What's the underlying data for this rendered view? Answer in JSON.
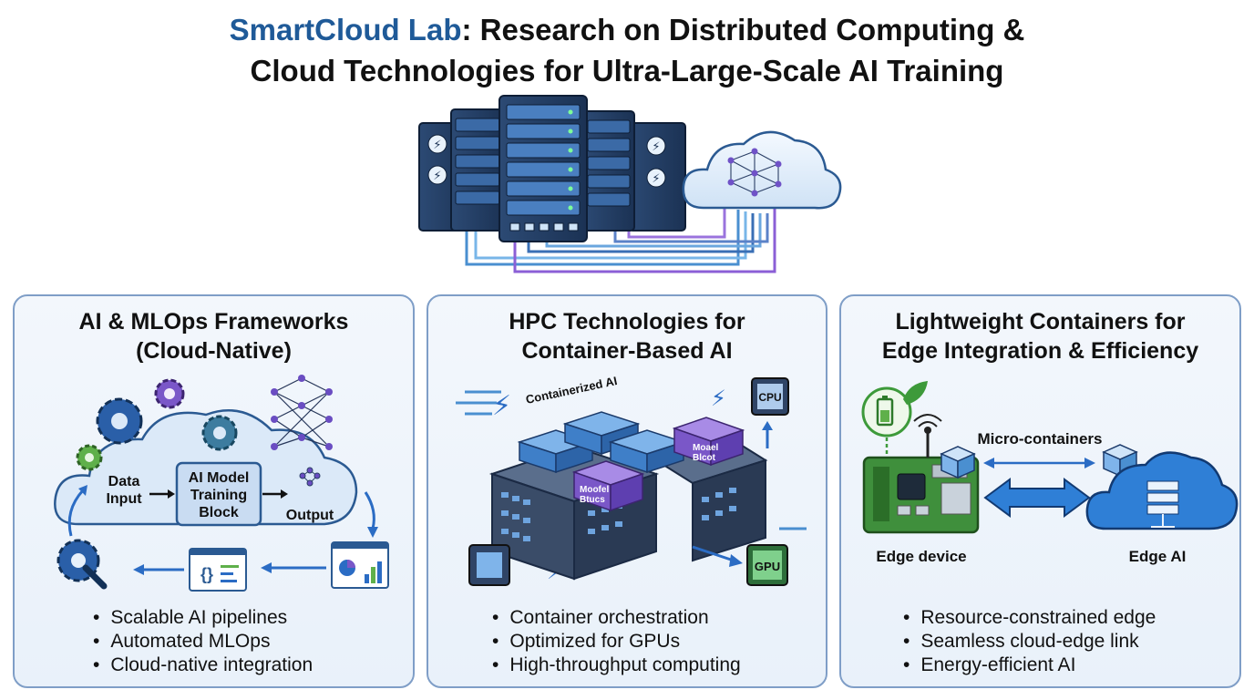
{
  "title": {
    "brand": "SmartCloud Lab",
    "line1_rest": ": Research on Distributed Computing &",
    "line2": "Cloud Technologies for Ultra-Large-Scale AI Training"
  },
  "panels": [
    {
      "heading_line1": "AI & MLOps Frameworks",
      "heading_line2": "(Cloud-Native)",
      "labels": {
        "data_input_1": "Data",
        "data_input_2": "Input",
        "block_1": "AI Model",
        "block_2": "Training",
        "block_3": "Block",
        "output": "Output"
      },
      "bullets": [
        "Scalable AI pipelines",
        "Automated MLOps",
        "Cloud-native integration"
      ]
    },
    {
      "heading_line1": "HPC Technologies for",
      "heading_line2": "Container-Based AI",
      "labels": {
        "containerized": "Containerized AI",
        "cpu": "CPU",
        "gpu": "GPU",
        "model_block_a_1": "Moael",
        "model_block_a_2": "Blcot",
        "model_block_b_1": "Moofel",
        "model_block_b_2": "Btucs"
      },
      "bullets": [
        "Container orchestration",
        "Optimized for GPUs",
        "High-throughput computing"
      ]
    },
    {
      "heading_line1": "Lightweight Containers for",
      "heading_line2": "Edge Integration & Efficiency",
      "labels": {
        "micro_containers": "Micro-containers",
        "edge_device": "Edge device",
        "edge_ai": "Edge AI"
      },
      "bullets": [
        "Resource-constrained edge",
        "Seamless cloud-edge link",
        "Energy-efficient AI"
      ]
    }
  ]
}
